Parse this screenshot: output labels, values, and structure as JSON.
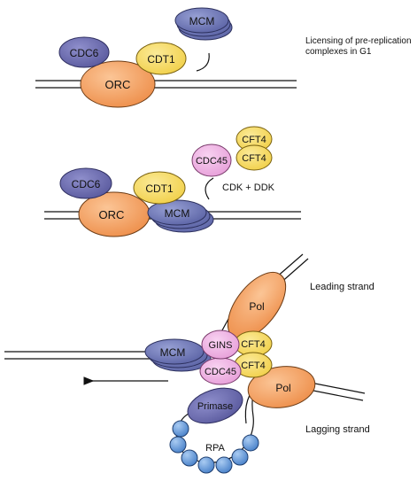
{
  "panel1": {
    "orc": "ORC",
    "cdc6": "CDC6",
    "cdt1": "CDT1",
    "mcm": "MCM",
    "note_line1": "Licensing of pre-replication",
    "note_line2": "complexes in G1"
  },
  "panel2": {
    "cdc6": "CDC6",
    "cdt1": "CDT1",
    "orc": "ORC",
    "mcm": "MCM",
    "cdc45": "CDC45",
    "cft4_a": "CFT4",
    "cft4_b": "CFT4",
    "kinases": "CDK + DDK"
  },
  "panel3": {
    "pol_leading": "Pol",
    "pol_lagging": "Pol",
    "gins": "GINS",
    "cft4_a": "CFT4",
    "cft4_b": "CFT4",
    "mcm": "MCM",
    "cdc45": "CDC45",
    "primase": "Primase",
    "rpa": "RPA",
    "leading_strand": "Leading strand",
    "lagging_strand": "Lagging strand"
  },
  "colors": {
    "orc": "#f4a266",
    "cdc6": "#6f6fb0",
    "cdt1": "#f7de62",
    "mcm": "#6f77b5",
    "cdc45": "#f2b6e6",
    "cft4": "#f7de62",
    "pol": "#f4a266",
    "rpa": "#6d9fdc"
  }
}
